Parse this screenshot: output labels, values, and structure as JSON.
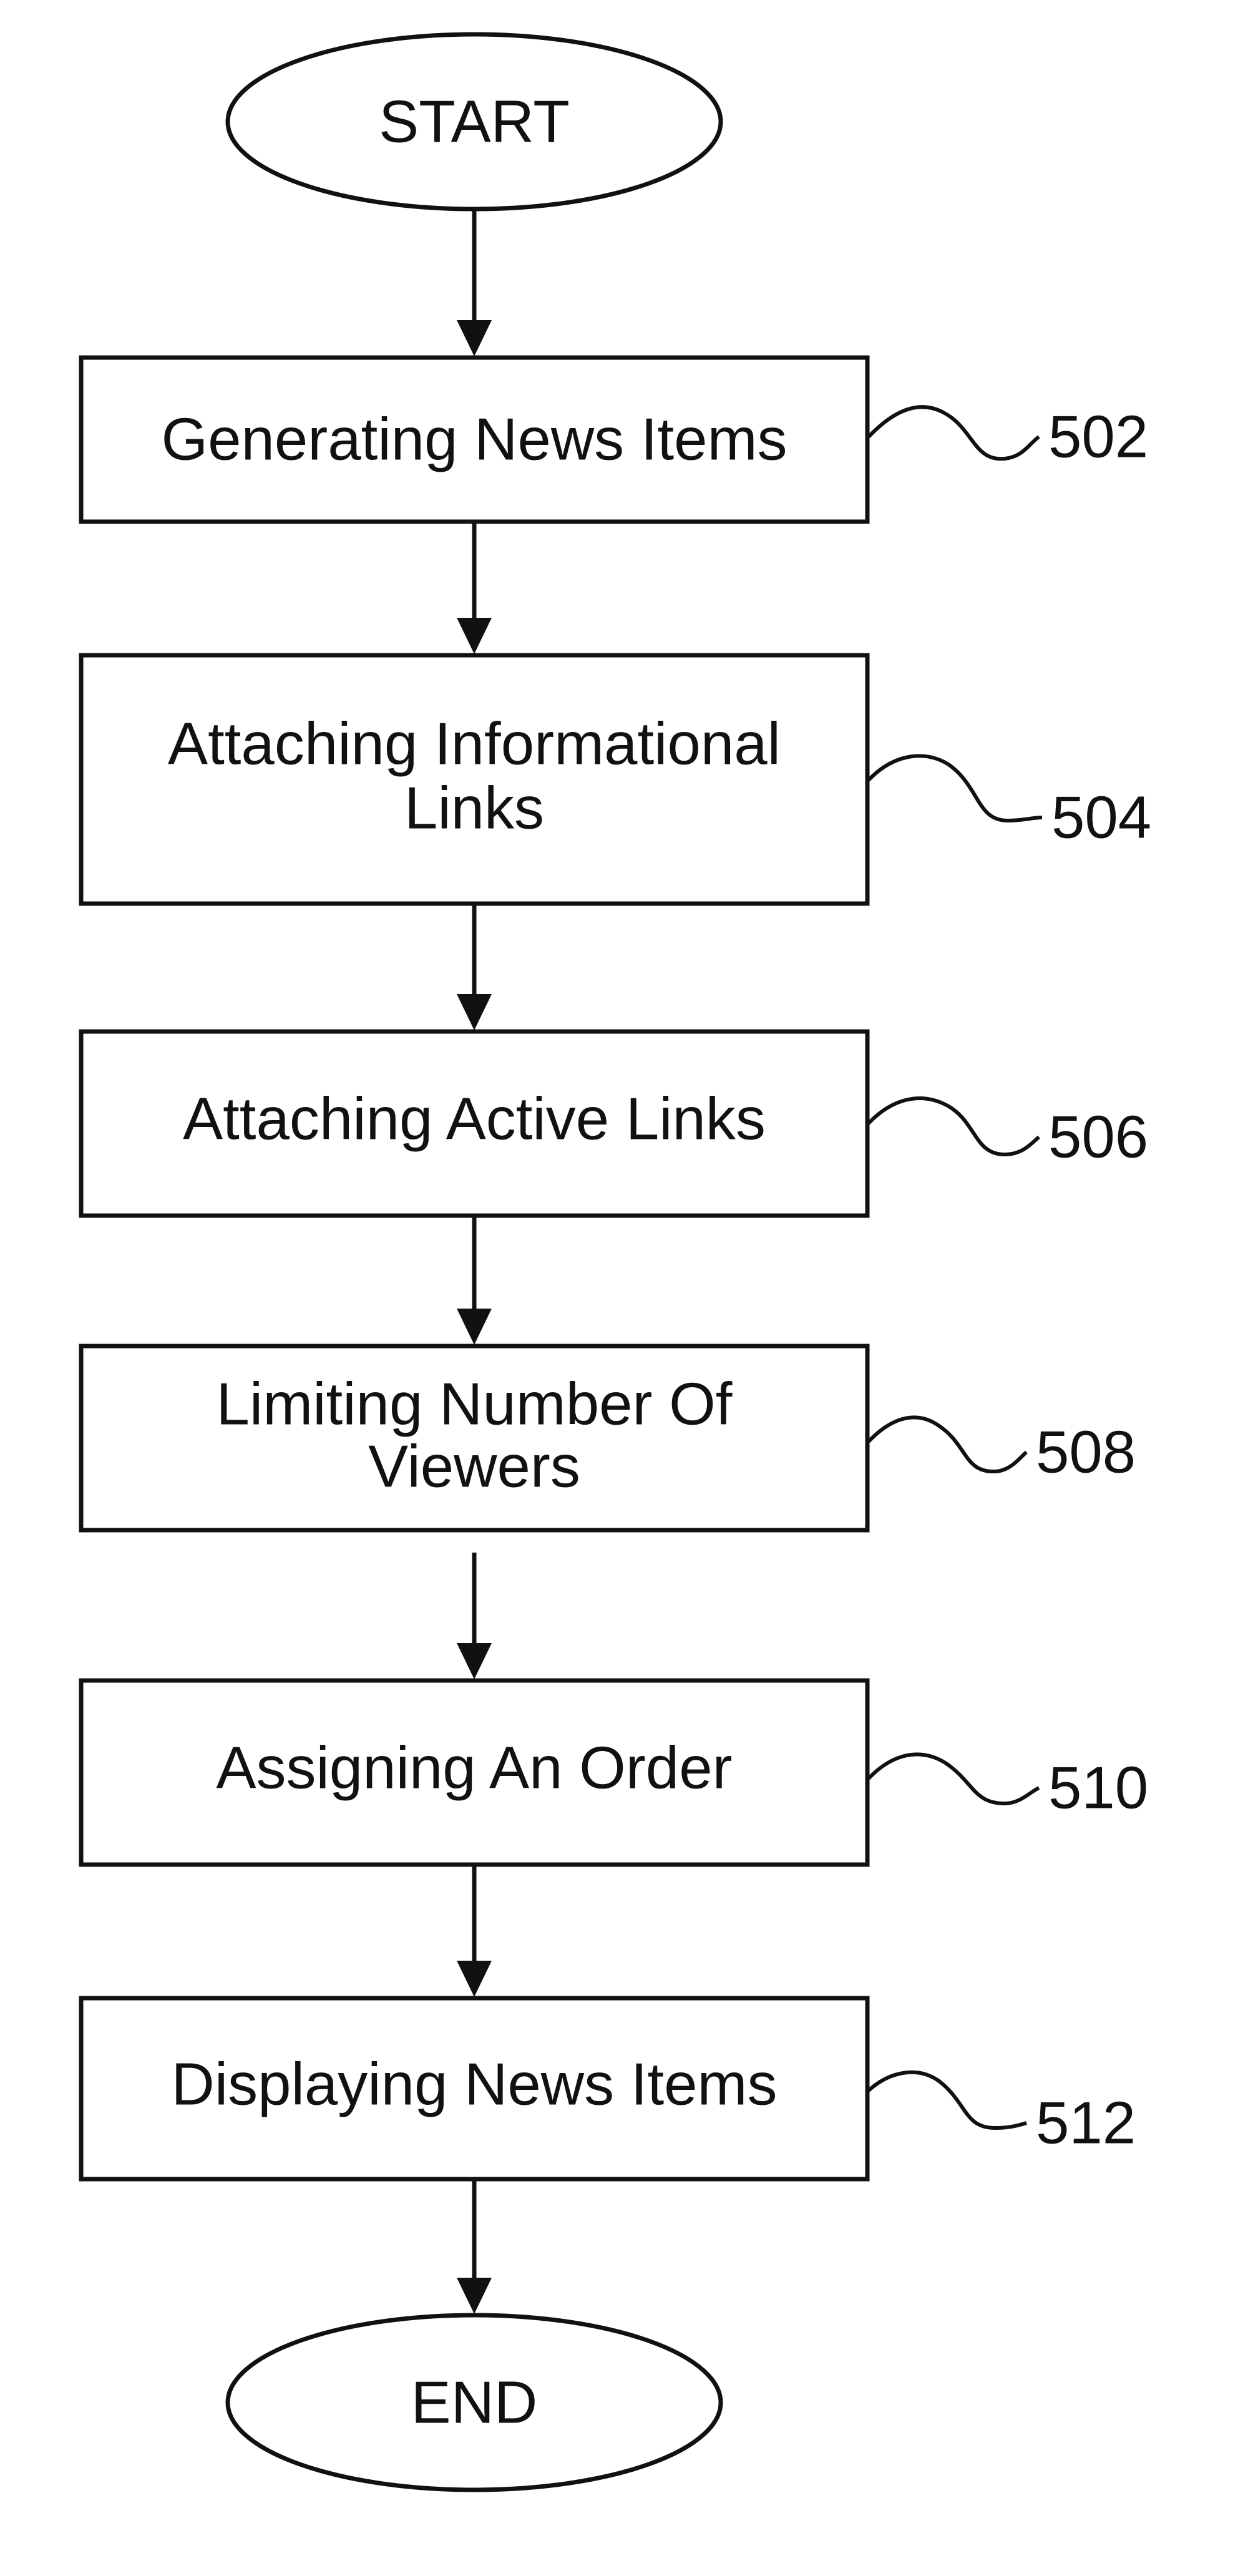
{
  "flowchart": {
    "start": "START",
    "end": "END",
    "steps": [
      {
        "lines": [
          "Generating News Items"
        ],
        "ref": "502"
      },
      {
        "lines": [
          "Attaching Informational",
          "Links"
        ],
        "ref": "504"
      },
      {
        "lines": [
          "Attaching Active Links"
        ],
        "ref": "506"
      },
      {
        "lines": [
          "Limiting Number Of",
          "Viewers"
        ],
        "ref": "508"
      },
      {
        "lines": [
          "Assigning An Order"
        ],
        "ref": "510"
      },
      {
        "lines": [
          "Displaying News Items"
        ],
        "ref": "512"
      }
    ]
  }
}
